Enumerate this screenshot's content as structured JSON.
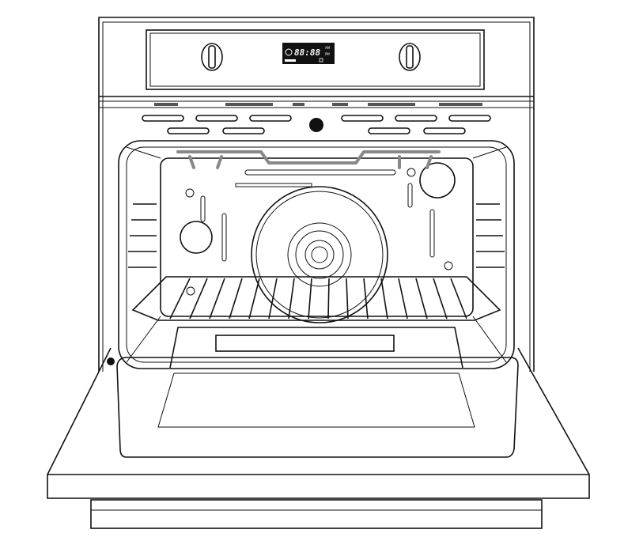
{
  "display": {
    "time_text": "88:88",
    "am_label": "AM",
    "pm_label": "PM"
  },
  "colors": {
    "line": "#111111",
    "heating_element": "#888888",
    "display_bg": "#111111"
  },
  "icons": [
    "left-control-knob",
    "right-control-knob",
    "fan-icon",
    "lock-icon",
    "oven-light"
  ]
}
